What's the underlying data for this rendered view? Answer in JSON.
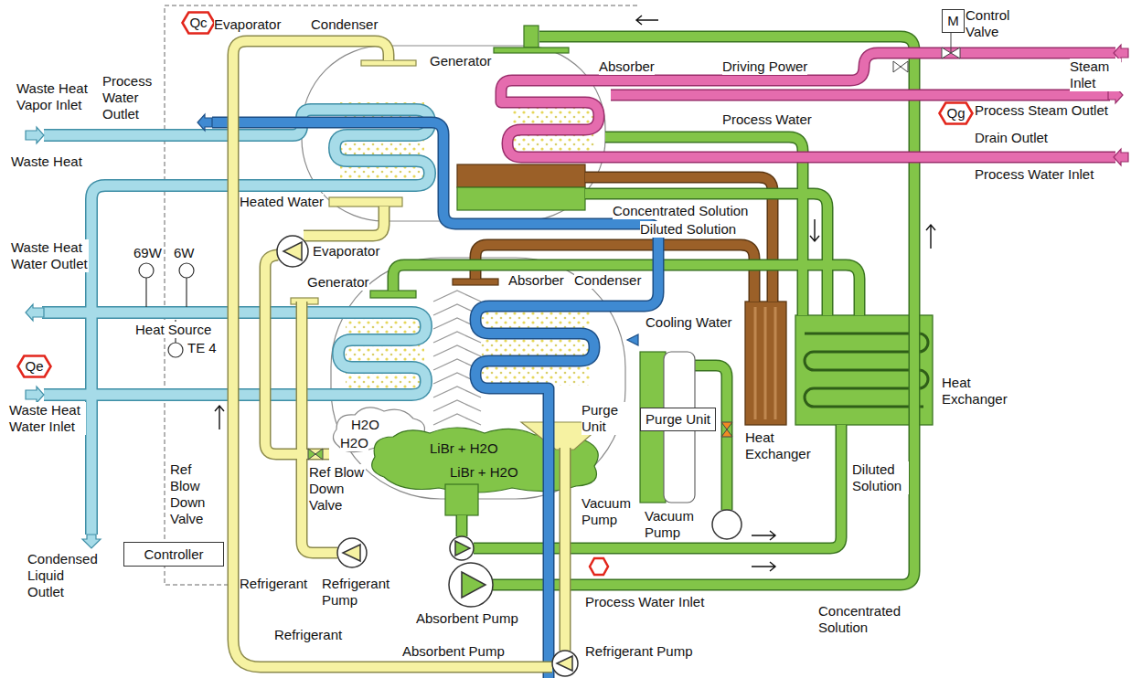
{
  "diagram": {
    "nodes": [
      {
        "text": [
          "Qc"
        ]
      },
      {
        "text": [
          "M"
        ]
      },
      {
        "text": [
          "Qg"
        ]
      },
      {
        "text": [
          "Qe"
        ]
      },
      {
        "text": [
          "Purge Unit"
        ]
      },
      {
        "text": [
          "Controller"
        ]
      }
    ],
    "labels": [
      "Evaporator",
      "Condenser",
      "Control Valve",
      "Waste Heat Vapor Inlet",
      "Process Water Outlet",
      "Generator",
      "Absorber",
      "Driving Power",
      "Steam Inlet",
      "Process Steam Outlet",
      "Process Water",
      "Drain Outlet",
      "Process Water Inlet",
      "Waste Heat",
      "Heated Water",
      "Concentrated Solution",
      "Diluted Solution",
      "Waste Heat Water Outlet",
      "69W",
      "6W",
      "Evaporator",
      "Generator",
      "Absorber",
      "Condenser",
      "Cooling Water",
      "Heat Source",
      "TE 4",
      "Heat Exchanger",
      "Waste Heat Water Inlet",
      "H2O",
      "H2O",
      "LiBr + H2O",
      "LiBr + H2O",
      "Heat Exchanger",
      "Diluted Solution",
      "Ref Blow Down Valve",
      "Ref Blow Down Valve",
      "Vacuum Pump",
      "Vacuum Pump",
      "Condensed Liquid Outlet",
      "Refrigerant",
      "Refrigerant Pump",
      "Absorbent Pump",
      "Process Water Inlet",
      "Concentrated Solution",
      "Refrigerant",
      "Absorbent Pump",
      "Refrigerant Pump",
      "Purge Unit"
    ]
  }
}
